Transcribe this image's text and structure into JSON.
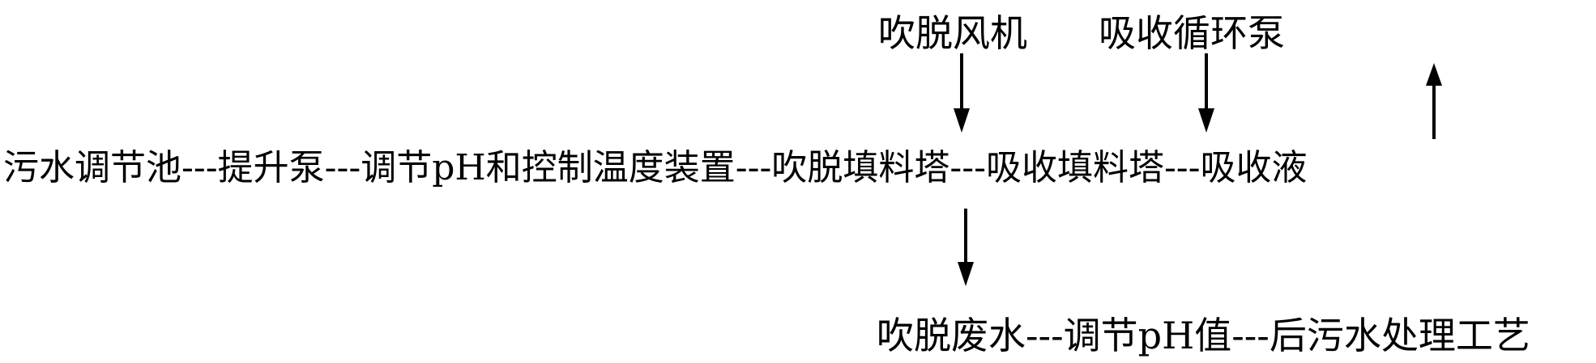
{
  "diagram": {
    "labels": {
      "stripping_fan": "吹脱风机",
      "absorption_circulation_pump": "吸收循环泵"
    },
    "main_flow": "污水调节池---提升泵---调节pH和控制温度装置---吹脱填料塔---吸收填料塔---吸收液",
    "bottom_flow": "吹脱废水---调节pH值---后污水处理工艺"
  },
  "colors": {
    "text": "#000000",
    "arrow": "#000000",
    "background": "#ffffff"
  }
}
